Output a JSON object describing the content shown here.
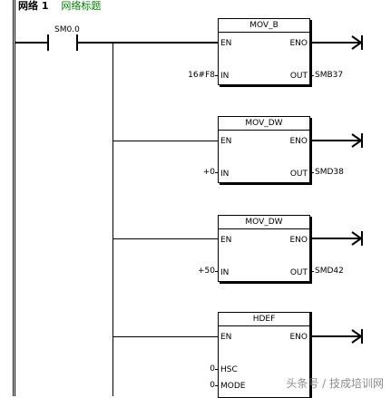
{
  "network": {
    "label": "网络 1",
    "title": "网络标题"
  },
  "contact": {
    "label": "SM0.0"
  },
  "blocks": [
    {
      "name": "MOV_B",
      "in": "IN",
      "en": "EN",
      "eno": "ENO",
      "out": "OUT",
      "in_value": "16#F8",
      "out_value": "SMB37"
    },
    {
      "name": "MOV_DW",
      "in": "IN",
      "en": "EN",
      "eno": "ENO",
      "out": "OUT",
      "in_value": "+0",
      "out_value": "SMD38"
    },
    {
      "name": "MOV_DW",
      "in": "IN",
      "en": "EN",
      "eno": "ENO",
      "out": "OUT",
      "in_value": "+50",
      "out_value": "SMD42"
    },
    {
      "name": "HDEF",
      "en": "EN",
      "eno": "ENO",
      "hsc": "HSC",
      "mode": "MODE",
      "hsc_value": "0",
      "mode_value": "0"
    }
  ],
  "watermark": "头条号 / 技成培训网"
}
